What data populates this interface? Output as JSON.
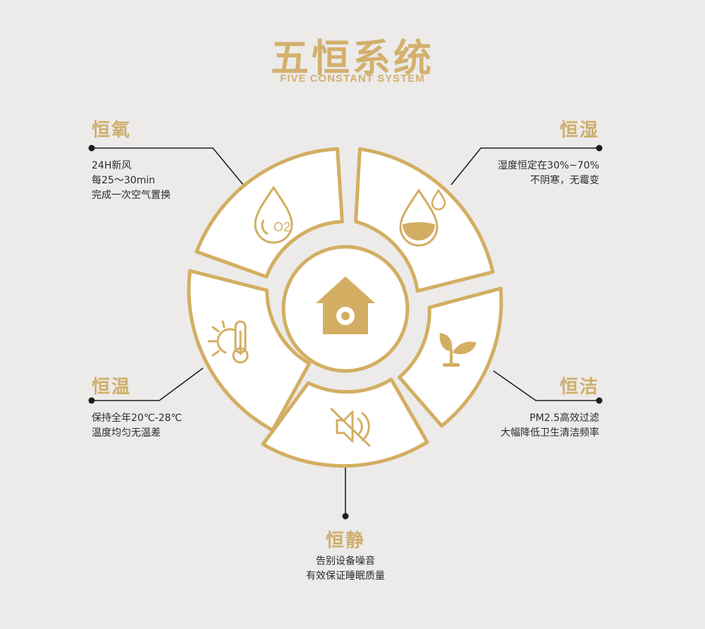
{
  "title": "五恒系统",
  "subtitle": "FIVE CONSTANT SYSTEM",
  "colors": {
    "gold": "#d3ae62",
    "gold_light": "#e2c893",
    "bg": "#ecebea",
    "text": "#2b2b2b"
  },
  "features": {
    "oxygen": {
      "title": "恒氧",
      "lines": [
        "24H新风",
        "每25～30min",
        "完成一次空气置换"
      ],
      "icon": "oxygen-drop-icon",
      "icon_text": "O2"
    },
    "humidity": {
      "title": "恒湿",
      "lines": [
        "湿度恒定在30%~70%",
        "不阴寒，无霉变"
      ],
      "icon": "water-drop-icon"
    },
    "temperature": {
      "title": "恒温",
      "lines": [
        "保持全年20℃-28℃",
        "温度均匀无温差"
      ],
      "icon": "thermometer-sun-icon"
    },
    "clean": {
      "title": "恒洁",
      "lines": [
        "PM2.5高效过滤",
        "大幅降低卫生清洁频率"
      ],
      "icon": "sprout-icon"
    },
    "quiet": {
      "title": "恒静",
      "lines": [
        "告别设备噪音",
        "有效保证睡眠质量"
      ],
      "icon": "mute-speaker-icon"
    }
  },
  "center_icon": "house-icon"
}
